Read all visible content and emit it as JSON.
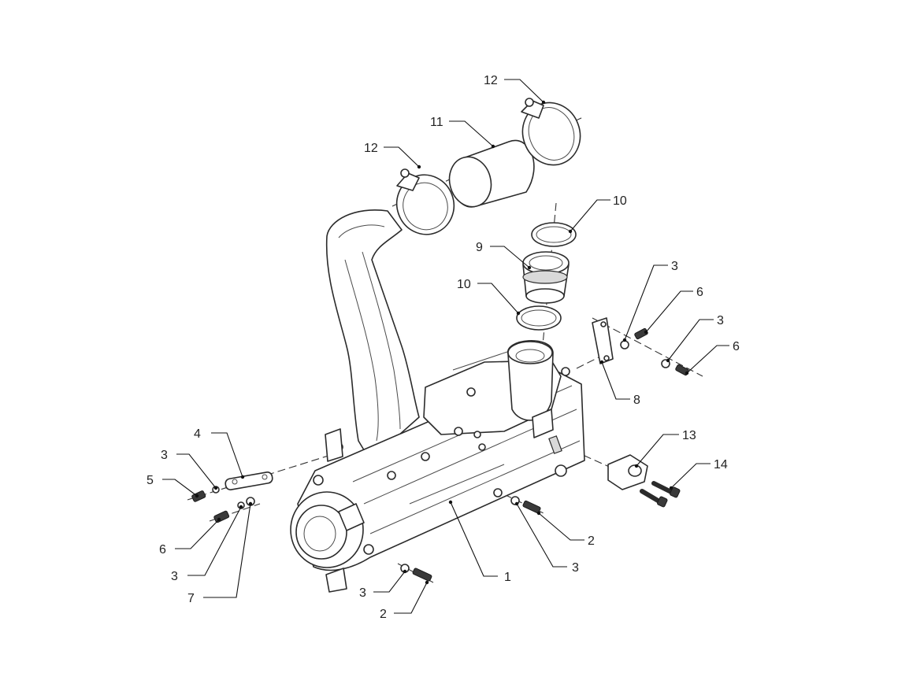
{
  "callouts": {
    "c1": "1",
    "c2a": "2",
    "c2b": "2",
    "c3a": "3",
    "c3b": "3",
    "c3c": "3",
    "c3d": "3",
    "c3e": "3",
    "c3f": "3",
    "c4": "4",
    "c5": "5",
    "c6a": "6",
    "c6b": "6",
    "c6c": "6",
    "c7": "7",
    "c8": "8",
    "c9": "9",
    "c10a": "10",
    "c10b": "10",
    "c11": "11",
    "c12a": "12",
    "c12b": "12",
    "c13": "13",
    "c14": "14"
  }
}
